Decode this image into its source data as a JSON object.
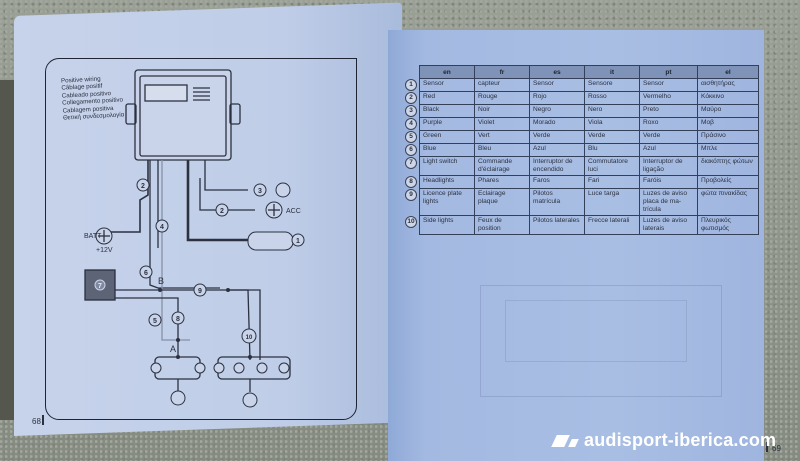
{
  "left_page": {
    "title_lines": [
      "Positive wiring",
      "Câblage positif",
      "Cableado positivo",
      "Collegamento positivo",
      "Cablagem positiva",
      "Θετική συνδεσμολογία"
    ],
    "diagram_labels": {
      "batt": "BATT",
      "batt_voltage": "+12V",
      "acc": "ACC",
      "junction_a": "A",
      "junction_b": "B",
      "callouts": [
        "1",
        "2",
        "2",
        "3",
        "4",
        "5",
        "6",
        "7",
        "8",
        "9",
        "10"
      ]
    },
    "page_number": "68"
  },
  "right_page": {
    "table": {
      "headers": [
        "en",
        "fr",
        "es",
        "it",
        "pt",
        "el"
      ],
      "rows": [
        {
          "num": "1",
          "cells": [
            "Sensor",
            "capteur",
            "Sensor",
            "Sensore",
            "Sensor",
            "αισθητήρας"
          ]
        },
        {
          "num": "2",
          "cells": [
            "Red",
            "Rouge",
            "Rojo",
            "Rosso",
            "Vermelho",
            "Κόκκινο"
          ]
        },
        {
          "num": "3",
          "cells": [
            "Black",
            "Noir",
            "Negro",
            "Nero",
            "Preto",
            "Μαύρο"
          ]
        },
        {
          "num": "4",
          "cells": [
            "Purple",
            "Violet",
            "Morado",
            "Viola",
            "Roxo",
            "Μοβ"
          ]
        },
        {
          "num": "5",
          "cells": [
            "Green",
            "Vert",
            "Verde",
            "Verde",
            "Verde",
            "Πράσινο"
          ]
        },
        {
          "num": "6",
          "cells": [
            "Blue",
            "Bleu",
            "Azul",
            "Blu",
            "Azul",
            "Μπλε"
          ]
        },
        {
          "num": "7",
          "cells": [
            "Light switch",
            "Commande d'éclairage",
            "Interruptor de encendido",
            "Commutatore luci",
            "Interruptor de ligação",
            "διακόπτης φώτων"
          ]
        },
        {
          "num": "8",
          "cells": [
            "Headlights",
            "Phares",
            "Faros",
            "Fari",
            "Faróis",
            "Προβολείς"
          ]
        },
        {
          "num": "9",
          "cells": [
            "Licence plate lights",
            "Eclairage plaque",
            "Pilotos matrícula",
            "Luce targa",
            "Luzes de aviso placa de ma-trícula",
            "φώτα πινακίδας"
          ]
        },
        {
          "num": "10",
          "cells": [
            "Side lights",
            "Feux de position",
            "Pilotos laterales",
            "Frecce laterali",
            "Luzes de aviso laterais",
            "Πλευρικός φωτισμός"
          ]
        }
      ]
    },
    "page_number": "69"
  },
  "watermark": {
    "text": "audisport-iberica.com"
  }
}
